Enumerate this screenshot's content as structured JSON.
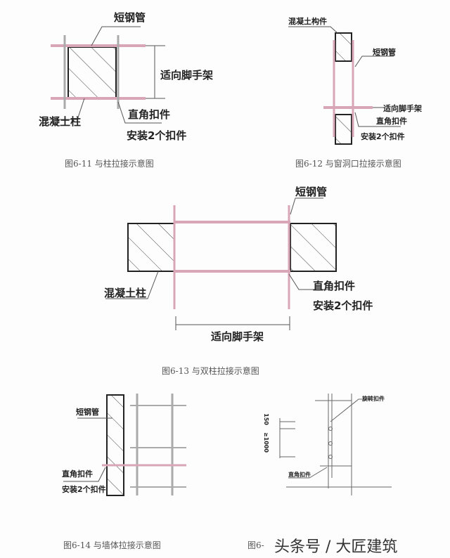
{
  "fig11": {
    "short_pipe": "短钢管",
    "scaffold": "适向脚手架",
    "column": "混凝土柱",
    "coupler": "直角扣件",
    "install": "安装2个扣件",
    "caption": "图6-11 与柱拉接示意图"
  },
  "fig12": {
    "member": "混凝土构件",
    "short_pipe": "短钢管",
    "scaffold": "适向脚手架",
    "coupler": "直角扣件",
    "install": "安装2个扣件",
    "caption": "图6-12 与窗洞口拉接示意图"
  },
  "fig13": {
    "short_pipe": "短钢管",
    "column": "混凝土柱",
    "coupler": "直角扣件",
    "install": "安装2个扣件",
    "scaffold": "适向脚手架",
    "caption": "图6-13 与双柱拉接示意图"
  },
  "fig14": {
    "short_pipe": "短钢管",
    "coupler": "直角扣件",
    "install": "安装2个扣件",
    "caption": "图6-14 与墙体拉接示意图"
  },
  "fig15": {
    "swivel": "旋转扣件",
    "coupler": "直角扣件",
    "dim1": "150",
    "dim2": "≥1000",
    "caption": "图6-"
  },
  "watermark": "头条号 / 大匠建筑"
}
